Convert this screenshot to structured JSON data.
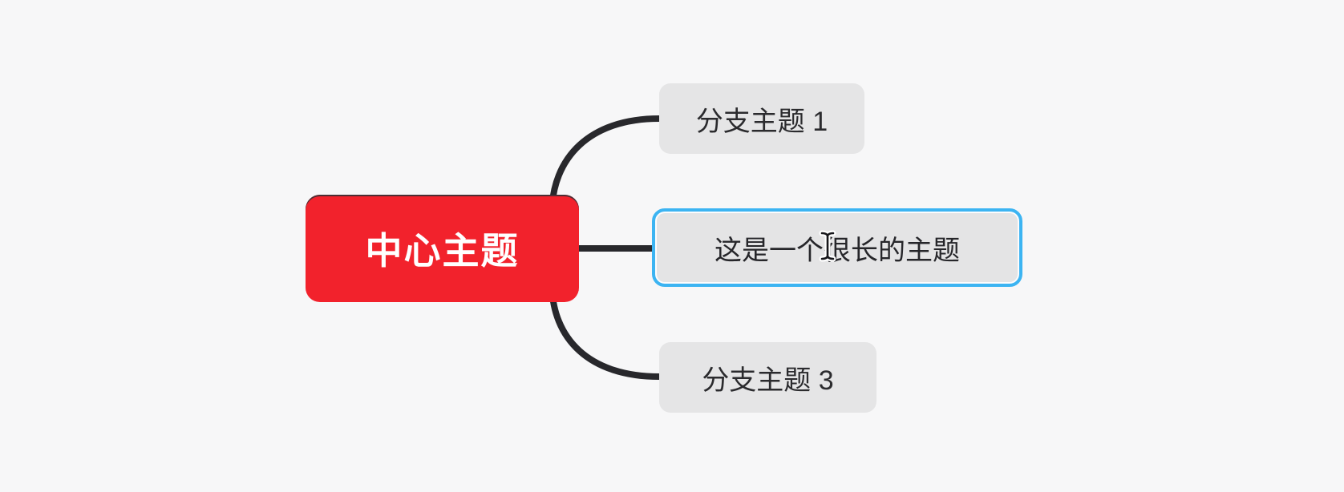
{
  "app": {
    "type": "mind-map-canvas",
    "background_color": "#f7f7f8"
  },
  "mindmap": {
    "central_topic": {
      "label": "中心主题",
      "fill_color": "#f2222c",
      "text_color": "#ffffff"
    },
    "branches": [
      {
        "label": "分支主题 1",
        "selected": false
      },
      {
        "label": "这是一个很长的主题",
        "selected": true,
        "editing_cursor_visible": true
      },
      {
        "label": "分支主题 3",
        "selected": false
      }
    ],
    "branch_fill_color": "#e5e5e6",
    "branch_text_color": "#2b2b2e",
    "connector_color": "#28282c",
    "selection_border_color": "#3cb4f2"
  },
  "icons": {
    "text_cursor": "text-ibeam-cursor"
  }
}
